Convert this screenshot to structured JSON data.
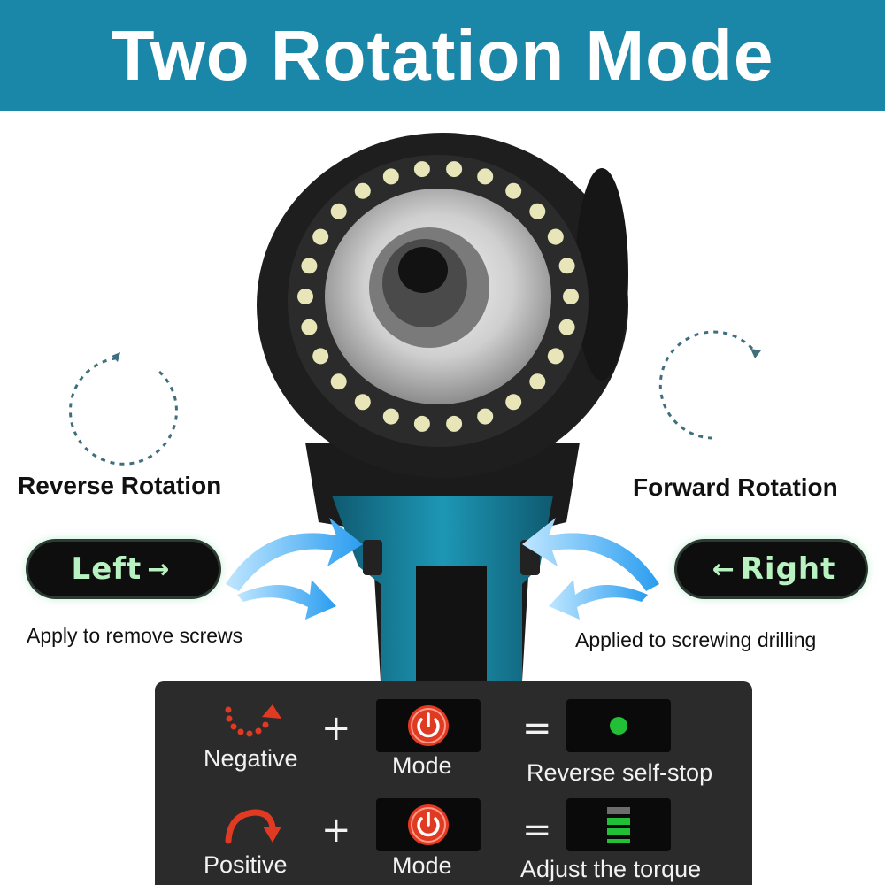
{
  "title": "Two Rotation Mode",
  "reverse": {
    "label": "Reverse Rotation",
    "button": "Left",
    "button_arrow": "→",
    "description": "Apply to remove screws"
  },
  "forward": {
    "label": "Forward Rotation",
    "button": "Right",
    "button_arrow": "←",
    "description": "Applied to screwing drilling"
  },
  "legend": {
    "rows": [
      {
        "input": "Negative",
        "plus": "+",
        "mode": "Mode",
        "equals": "=",
        "result": "Reverse self-stop"
      },
      {
        "input": "Positive",
        "plus": "+",
        "mode": "Mode",
        "equals": "=",
        "result": "Adjust the torque"
      }
    ]
  },
  "colors": {
    "banner": "#1a87a8",
    "accent_red": "#e03a22",
    "indicator_green": "#22c037",
    "pill_text": "#b7f2c0"
  },
  "icons": {
    "negative": "dotted-curved-arrow-icon",
    "positive": "curved-arrow-icon",
    "mode": "power-icon",
    "self_stop": "green-dot-icon",
    "torque": "torque-bars-icon"
  }
}
